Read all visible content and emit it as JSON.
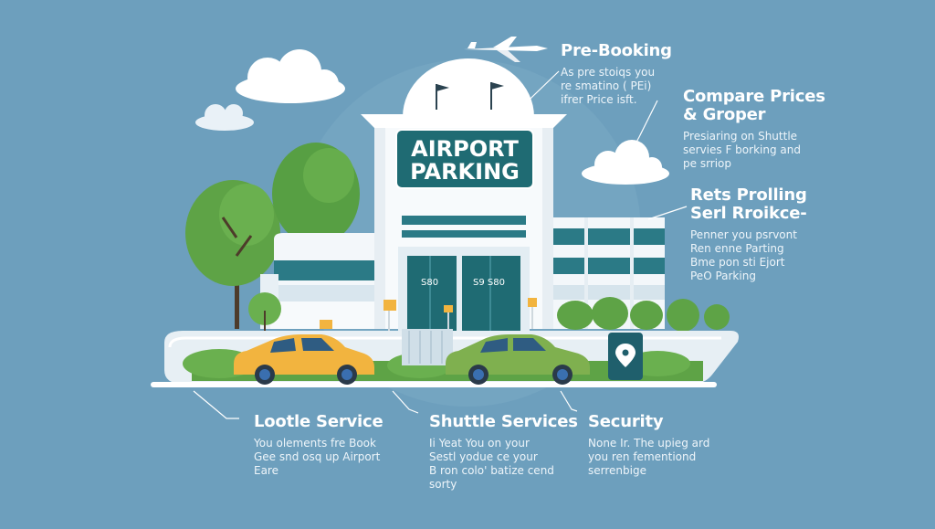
{
  "sign": {
    "line1": "AIRPORT",
    "line2": "PARKING"
  },
  "door_labels": {
    "left": "S80",
    "right": "S9 S80"
  },
  "callouts": {
    "pre_booking": {
      "title": "Pre-Booking",
      "lines": [
        "As pre stoiqs you",
        "re smatino ( PEi)",
        "ifrer Price isft."
      ]
    },
    "compare_prices": {
      "title_lines": [
        "Compare Prices",
        "& Groper"
      ],
      "lines": [
        "Presiaring on Shuttle",
        "servies F borking and",
        "pe srriop"
      ]
    },
    "rets_prolling": {
      "title_lines": [
        "Rets Prolling",
        "Serl Rroikce-"
      ],
      "lines": [
        "Penner you psrvont",
        "Ren enne Parting",
        "Bme pon sti Ejort",
        "PeO Parking"
      ]
    },
    "lootle_service": {
      "title": "Lootle Service",
      "lines": [
        "You olements fre Book",
        "Gee snd osq up Airport",
        "Eare"
      ]
    },
    "shuttle_services": {
      "title": "Shuttle Services",
      "lines": [
        "Ii Yeat You on your",
        "Sestl yodue ce your",
        "B ron colo' batize cend",
        "sorty"
      ]
    },
    "security": {
      "title": "Security",
      "lines": [
        "None Ir. The upieg ard",
        "you ren fementiond",
        "serrenbige"
      ]
    }
  },
  "colors": {
    "background": "#6d9fbd",
    "teal": "#1f6b73",
    "car_yellow": "#f2b43f",
    "car_green": "#7fb04f",
    "tree_green": "#5ea346",
    "white": "#ffffff"
  },
  "icons": [
    "airplane-icon",
    "cloud-icon",
    "tree-icon",
    "car-icon",
    "location-pin-icon",
    "flag-icon",
    "parking-sign-icon"
  ]
}
